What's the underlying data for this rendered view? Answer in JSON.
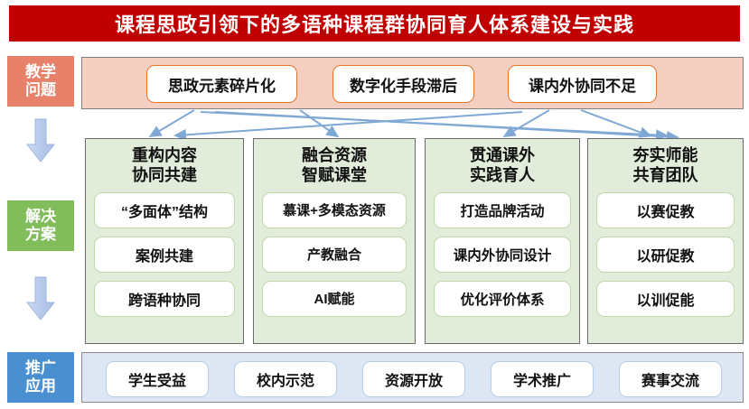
{
  "title": "课程思政引领下的多语种课程群协同育人体系建设与实践",
  "rail": {
    "problem": {
      "line1": "教学",
      "line2": "问题"
    },
    "solution": {
      "line1": "解决",
      "line2": "方案"
    },
    "promote": {
      "line1": "推广",
      "line2": "应用"
    },
    "arrow_icon": "down-arrow-icon"
  },
  "problems": [
    {
      "label": "思政元素碎片化"
    },
    {
      "label": "数字化手段滞后"
    },
    {
      "label": "课内外协同不足"
    }
  ],
  "solutions": [
    {
      "head1": "重构内容",
      "head2": "协同共建",
      "items": [
        "“多面体”结构",
        "案例共建",
        "跨语种协同"
      ]
    },
    {
      "head1": "融合资源",
      "head2": "智赋课堂",
      "items": [
        "慕课+多模态资源",
        "产教融合",
        "AI赋能"
      ]
    },
    {
      "head1": "贯通课外",
      "head2": "实践育人",
      "items": [
        "打造品牌活动",
        "课内外协同设计",
        "优化评价体系"
      ]
    },
    {
      "head1": "夯实师能",
      "head2": "共育团队",
      "items": [
        "以赛促教",
        "以研促教",
        "以训促能"
      ]
    }
  ],
  "promotions": [
    {
      "label": "学生受益"
    },
    {
      "label": "校内示范"
    },
    {
      "label": "资源开放"
    },
    {
      "label": "学术推广"
    },
    {
      "label": "赛事交流"
    }
  ],
  "colors": {
    "title_bg": "#c00000",
    "problem_rail": "#e8816a",
    "solution_rail": "#82bd5c",
    "promote_rail": "#4a8fd0",
    "problem_strip": "#f6cfc3",
    "problem_border": "#e2762a",
    "column_bg": "#e2ecda",
    "column_item_border": "#bfd9ab",
    "promote_strip": "#dce7f3",
    "promote_border": "#b6cee6",
    "connector": "#7fa9d4"
  }
}
